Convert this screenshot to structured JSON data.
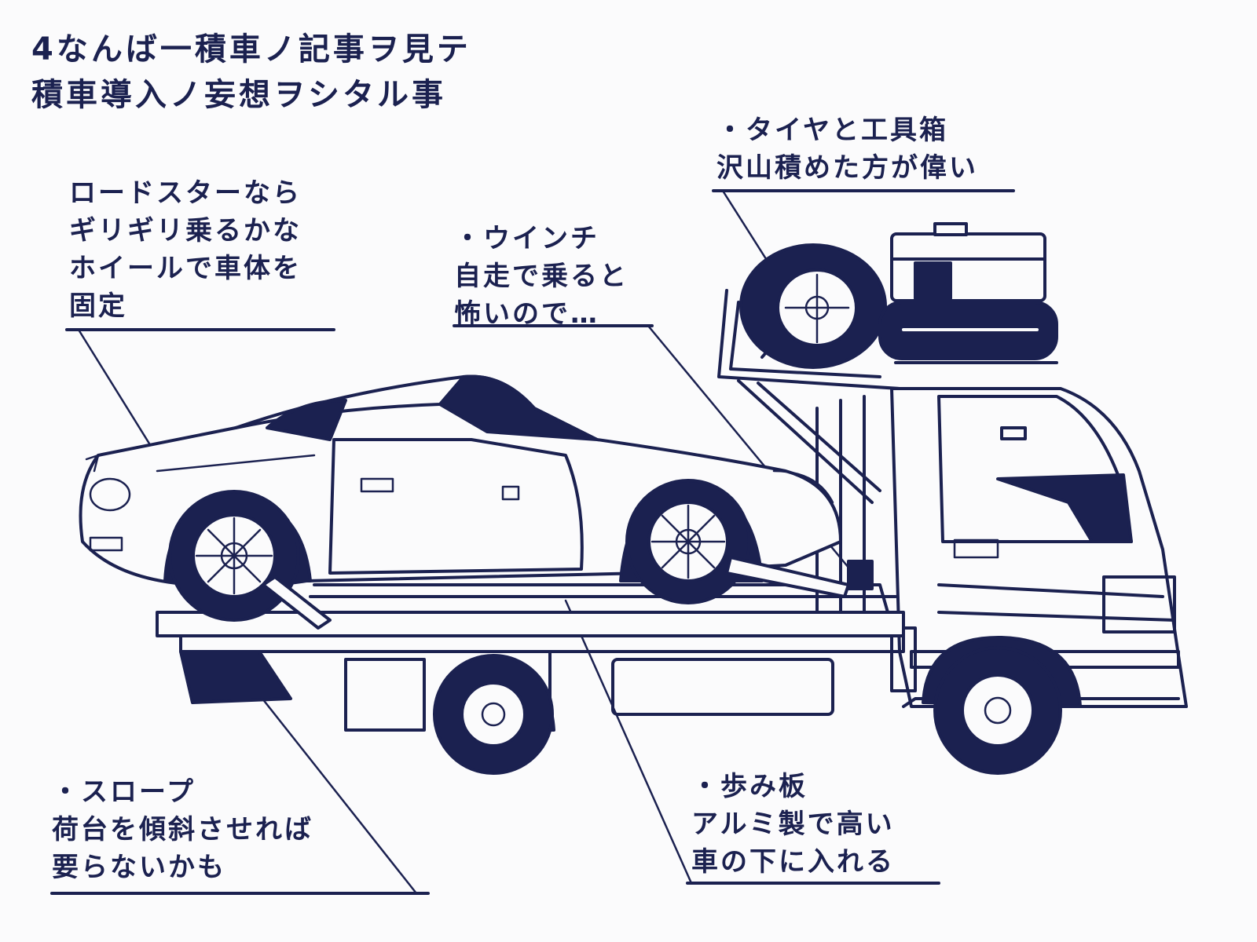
{
  "title": {
    "line1": "4なんば一積車ノ記事ヲ見テ",
    "line2": "積車導入ノ妄想ヲシタル事"
  },
  "annotations": {
    "roadster": {
      "line1": "ロードスターなら",
      "line2": "ギリギリ乗るかな",
      "line3": "ホイールで車体を",
      "line4": "固定"
    },
    "winch": {
      "line1": "・ウインチ",
      "line2": "自走で乗ると",
      "line3": "怖いので…"
    },
    "tires": {
      "line1": "・タイヤと工具箱",
      "line2": "沢山積めた方が偉い"
    },
    "slope": {
      "line1": "・スロープ",
      "line2": "荷台を傾斜させれば",
      "line3": "要らないかも"
    },
    "board": {
      "line1": "・歩み板",
      "line2": "アルミ製で高い",
      "line3": "車の下に入れる"
    }
  },
  "colors": {
    "ink": "#1b2150",
    "paper": "#fbfbfc"
  }
}
